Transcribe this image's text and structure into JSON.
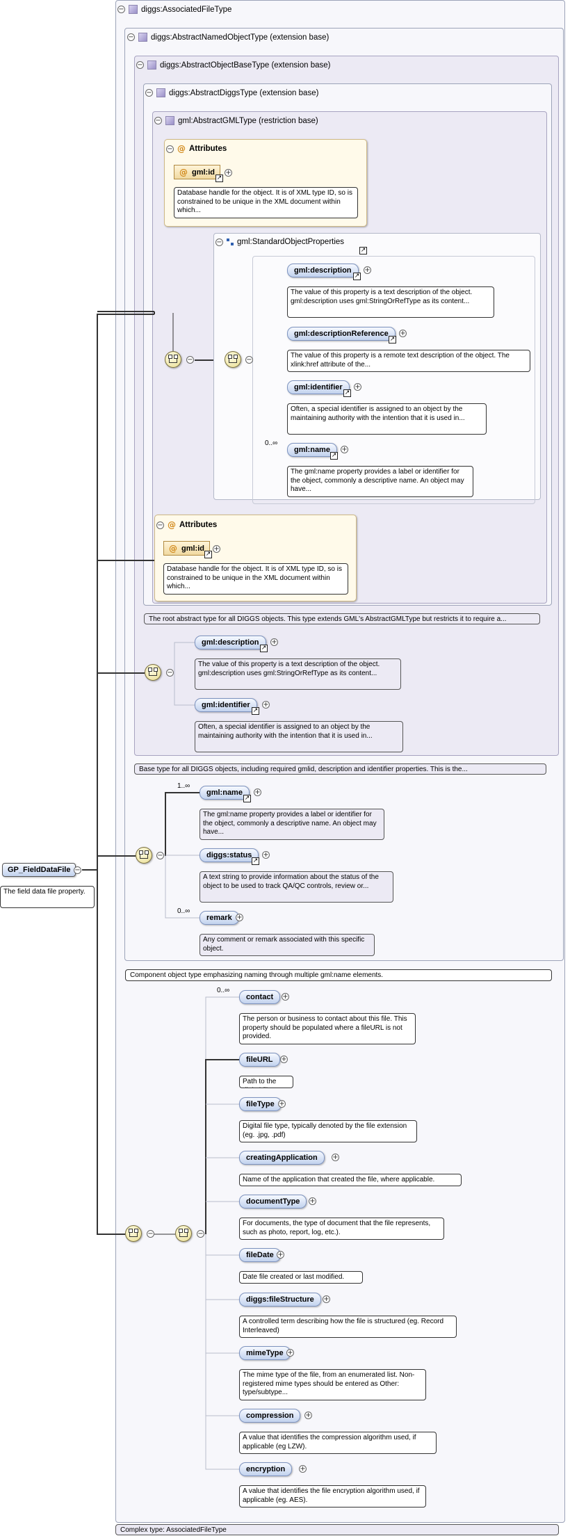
{
  "root": {
    "label": "GP_FieldDataFile",
    "doc": "The field data file property."
  },
  "associated": {
    "title": "diggs:AssociatedFileType",
    "doc": "Complex type: AssociatedFileType"
  },
  "named": {
    "title": "diggs:AbstractNamedObjectType (extension base)",
    "doc": "Component object type emphasizing naming through multiple gml:name elements."
  },
  "objbase": {
    "title": "diggs:AbstractObjectBaseType (extension base)",
    "doc": "Base type for all DIGGS objects, including required gmlid, description and identifier properties. This is the..."
  },
  "diggstype": {
    "title": "diggs:AbstractDiggsType (extension base)",
    "doc": "The root abstract type for all DIGGS objects. This type extends GML's AbstractGMLType but restricts it to require a..."
  },
  "gmltype": {
    "title": "gml:AbstractGMLType (restriction base)"
  },
  "attributes1": {
    "title": "Attributes",
    "gmlid": "gml:id",
    "doc": "Database handle for the object. It is of XML type ID, so is constrained to be unique in the XML document within which..."
  },
  "std": {
    "title": "gml:StandardObjectProperties"
  },
  "std_items": [
    {
      "name": "gml:description",
      "doc": "The value of this property is a text description of the object. gml:description uses gml:StringOrRefType as its content..."
    },
    {
      "name": "gml:descriptionReference",
      "doc": "The value of this property is a remote text description of the object. The xlink:href attribute of the..."
    },
    {
      "name": "gml:identifier",
      "doc": "Often, a special identifier is assigned to an object by the maintaining authority with the intention that it is used in..."
    },
    {
      "name": "gml:name",
      "mult": "0..∞",
      "doc": "The gml:name property provides a label or identifier for the object, commonly a descriptive name. An object may have..."
    }
  ],
  "attributes2": {
    "title": "Attributes",
    "gmlid": "gml:id",
    "doc": "Database handle for the object. It is of XML type ID, so is constrained to be unique in the XML document within which..."
  },
  "base_items": [
    {
      "name": "gml:description",
      "doc": "The value of this property is a text description of the object. gml:description uses gml:StringOrRefType as its content..."
    },
    {
      "name": "gml:identifier",
      "doc": "Often, a special identifier is assigned to an object by the maintaining authority with the intention that it is used in..."
    }
  ],
  "named_items": [
    {
      "name": "gml:name",
      "mult": "1..∞",
      "doc": "The gml:name property provides a label or identifier for the object, commonly a descriptive name. An object may have..."
    },
    {
      "name": "diggs:status",
      "doc": "A text string to provide information about the status of the object to be used to track QA/QC controls, review or..."
    },
    {
      "name": "remark",
      "mult": "0..∞",
      "doc": "Any comment or remark associated with this specific object."
    }
  ],
  "file_items": [
    {
      "name": "contact",
      "mult": "0..∞",
      "doc": "The person or business to contact about this file. This property should be populated where a fileURL is not provided."
    },
    {
      "name": "fileURL",
      "doc": "Path to the digital file"
    },
    {
      "name": "fileType",
      "doc": "Digital file type, typically denoted by the file extension (eg. .jpg, .pdf)"
    },
    {
      "name": "creatingApplication",
      "doc": "Name of the application that created the file, where applicable."
    },
    {
      "name": "documentType",
      "doc": "For documents, the type of document that the file represents, such as photo, report, log, etc.)."
    },
    {
      "name": "fileDate",
      "doc": "Date file created or last modified."
    },
    {
      "name": "diggs:fileStructure",
      "doc": "A controlled term describing how the file is structured (eg. Record Interleaved)"
    },
    {
      "name": "mimeType",
      "doc": "The mime type of the file, from an enumerated list. Non-registered mime types should be entered as Other: type/subtype..."
    },
    {
      "name": "compression",
      "doc": "A value that identifies the compression algorithm used, if applicable (eg LZW)."
    },
    {
      "name": "encryption",
      "doc": "A value that identifies the file encryption algorithm used, if applicable (eg. AES)."
    }
  ],
  "colors": {
    "element": "#c2d2ee",
    "type_bg": "#eceaf4",
    "attribute_bg": "#fffaea",
    "line": "#333333"
  }
}
